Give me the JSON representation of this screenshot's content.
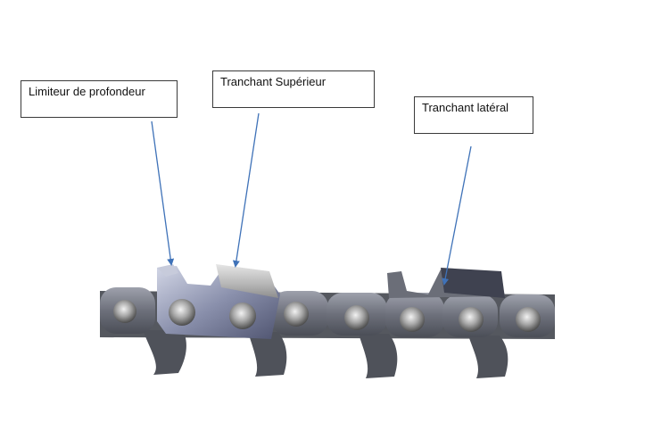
{
  "labels": {
    "depth_gauge": "Limiteur de profondeur",
    "top_cutter": "Tranchant Supérieur",
    "side_cutter": "Tranchant latéral"
  },
  "colors": {
    "arrow": "#3f72b8",
    "chain_dark": "#4a4d55",
    "chain_mid": "#6b6e78",
    "plate_light": "#b9bcc6",
    "cutter_chrome": "#c8c8c8",
    "rivet": "#8a8d96"
  }
}
